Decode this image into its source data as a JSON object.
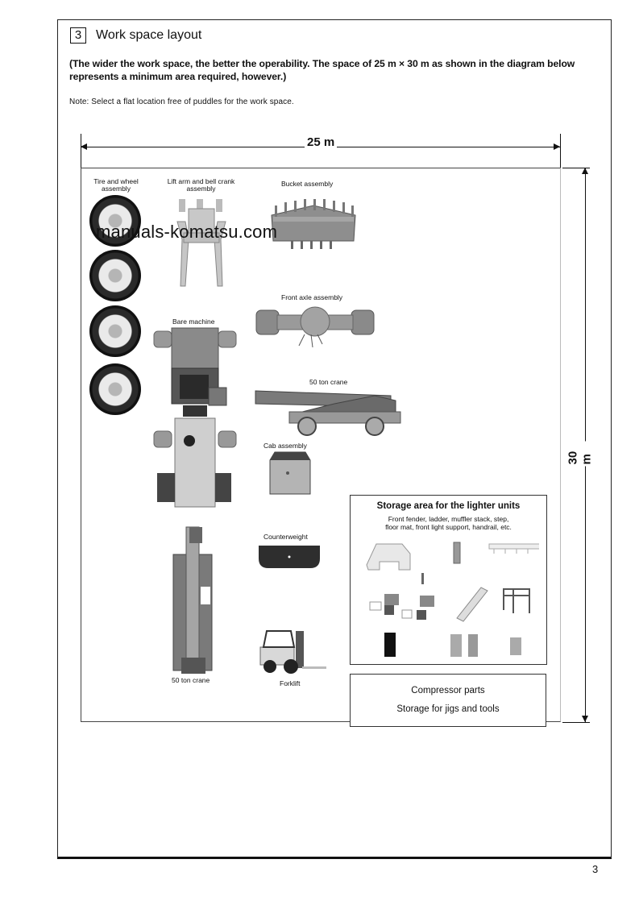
{
  "section": {
    "number": "3",
    "title": "Work space layout"
  },
  "intro_text": "(The wider the work space, the better the operability.  The space of 25 m × 30 m as shown in the diagram below represents a minimum area required, however.)",
  "note_text": "Note: Select a flat location free of puddles for the work space.",
  "diagram": {
    "width_label": "25 m",
    "height_label": "30 m",
    "watermark": "manuals-komatsu.com",
    "items": {
      "tire_wheel": "Tire and wheel assembly",
      "lift_arm": "Lift arm and bell crank assembly",
      "bucket": "Bucket assembly",
      "front_axle": "Front axle assembly",
      "bare_machine": "Bare machine",
      "crane_side": "50 ton crane",
      "cab": "Cab assembly",
      "counterweight": "Counterweight",
      "crane_top": "50 ton crane",
      "forklift": "Forklift"
    },
    "storage_area": {
      "title": "Storage area for the lighter units",
      "subtitle_line1": "Front fender, ladder, muffler stack, step,",
      "subtitle_line2": "floor mat, front light support, handrail, etc."
    },
    "compressor_box": {
      "line1": "Compressor parts",
      "line2": "Storage for jigs and tools"
    }
  },
  "page_number": "3"
}
